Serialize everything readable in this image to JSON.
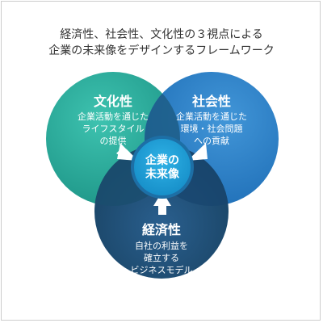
{
  "title": {
    "line1": "経済性、社会性、文化性の３視点による",
    "line2": "企業の未来像をデザインするフレームワーク"
  },
  "circles": {
    "culture": {
      "heading": "文化性",
      "desc": [
        "企業活動を通じた",
        "ライフスタイル",
        "の提供"
      ],
      "color": "#2aa99a"
    },
    "society": {
      "heading": "社会性",
      "desc": [
        "企業活動を通じた",
        "環境・社会問題",
        "への貢献"
      ],
      "color": "#2e7fc6"
    },
    "economy": {
      "heading": "経済性",
      "desc": [
        "自社の利益を",
        "確立する",
        "ビジネスモデル"
      ],
      "color": "#1f4f7a"
    }
  },
  "center": {
    "line1": "企業の",
    "line2": "未来像",
    "color": "#1fa0d8"
  }
}
